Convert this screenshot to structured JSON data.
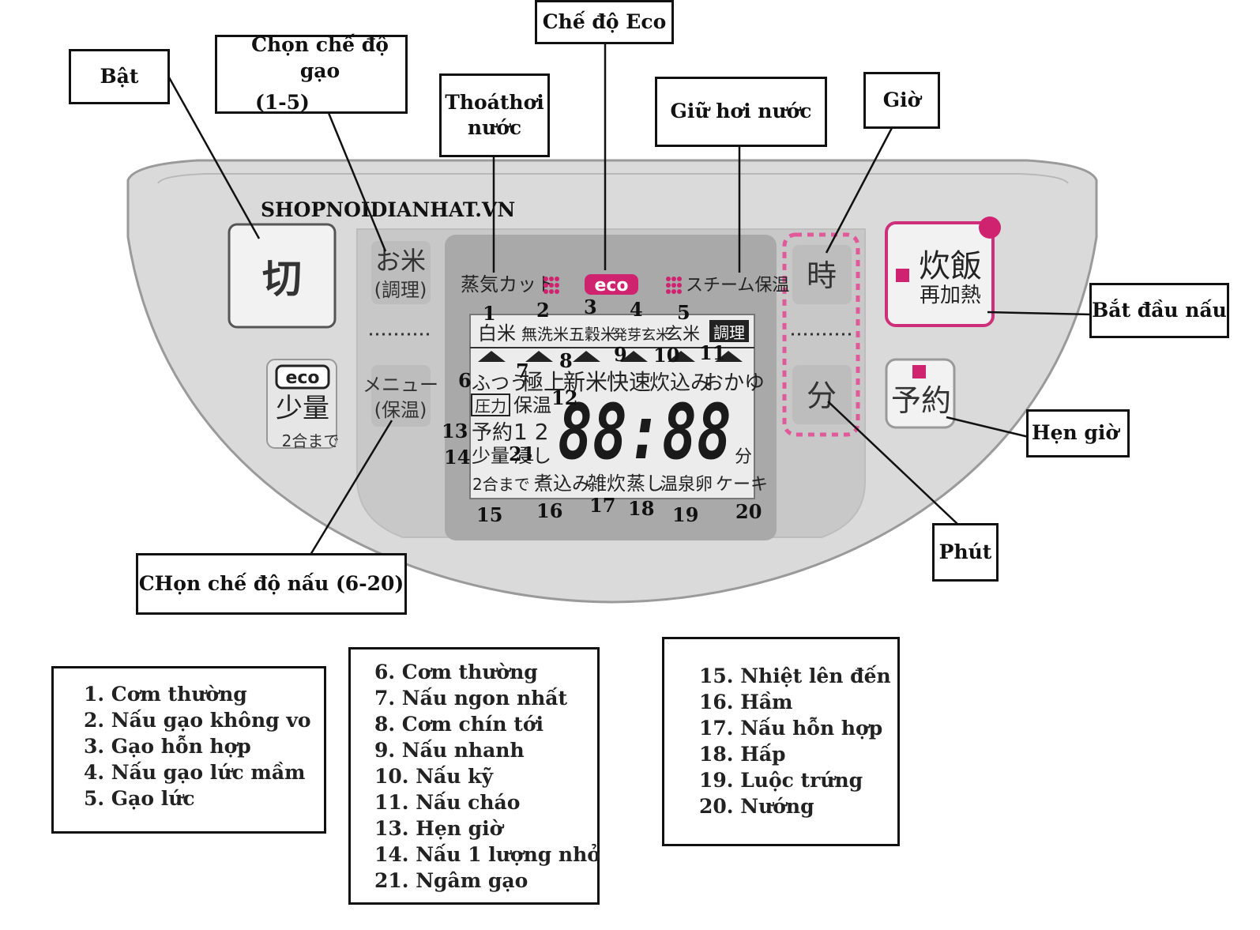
{
  "watermark": "SHOPNOIDIANHAT.VN",
  "callouts": {
    "bat": "Bật",
    "chon_che_do_gao": "Chọn chế độ gạo",
    "chon_che_do_gao_range": "(1-5)",
    "thoat_hoi_nuoc_1": "Thoáthơi",
    "thoat_hoi_nuoc_2": "nước",
    "che_do_eco": "Chế độ Eco",
    "giu_hoi_nuoc": "Giữ hơi nước",
    "gio": "Giờ",
    "bat_dau_nau": "Bắt đầu nấu",
    "hen_gio": "Hẹn giờ",
    "phut": "Phút",
    "chon_che_do_nau": "CHọn chế độ nấu (6-20)"
  },
  "panel": {
    "off_button": "切",
    "eco_badge": "eco",
    "small_amount": "少量",
    "small_amount_sub": "2合まで",
    "rice_button_1": "お米",
    "rice_button_2": "(調理)",
    "menu_button_1": "メニュー",
    "menu_button_2": "(保温)",
    "hour_button": "時",
    "minute_button": "分",
    "cook_button_1": "炊飯",
    "cook_button_2": "再加熱",
    "timer_button": "予約",
    "display": {
      "steam_cut": "蒸気カット",
      "eco": "eco",
      "steam_keep": "スチーム保温",
      "rice_types": [
        "白米",
        "無洗米",
        "五穀米",
        "発芽玄米",
        "玄米"
      ],
      "cooking_tag": "調理",
      "menus": [
        "ふつう",
        "極上",
        "新米",
        "快速",
        "炊込み",
        "おかゆ"
      ],
      "pressure": "圧力",
      "keep_warm": "保温",
      "reserve": "予約",
      "reserve_nums": "1 2",
      "small_amount": "少量",
      "soak": "浸し",
      "digits": "88:88",
      "minute_unit": "分",
      "bottom_menus": [
        "2合まで",
        "煮込み",
        "雑炊",
        "蒸し",
        "温泉卵",
        "ケーキ"
      ],
      "numbers": [
        "1",
        "2",
        "3",
        "4",
        "5",
        "6",
        "7",
        "8",
        "9",
        "10",
        "11",
        "12",
        "13",
        "14",
        "15",
        "16",
        "17",
        "18",
        "19",
        "20",
        "21"
      ]
    }
  },
  "legend_1": [
    "1. Cơm thường",
    "2. Nấu gạo không vo",
    "3. Gạo hỗn hợp",
    "4. Nấu gạo lức  mầm",
    "5. Gạo lức"
  ],
  "legend_2": [
    "6. Cơm thường",
    "7. Nấu ngon nhất",
    "8. Cơm chín tới",
    "9. Nấu nhanh",
    "10. Nấu kỹ",
    "11. Nấu cháo",
    "13. Hẹn giờ",
    "14. Nấu 1 lượng nhỏ",
    "21. Ngâm gạo"
  ],
  "legend_3": [
    "15. Nhiệt lên đến",
    "16. Hầm",
    "17. Nấu hỗn hợp",
    "18. Hấp",
    "19. Luộc trứng",
    "20. Nướng"
  ],
  "colors": {
    "accent_pink": "#d0236f",
    "panel_grey": "#d9d9d9",
    "lcd": "#e9e9e9"
  }
}
